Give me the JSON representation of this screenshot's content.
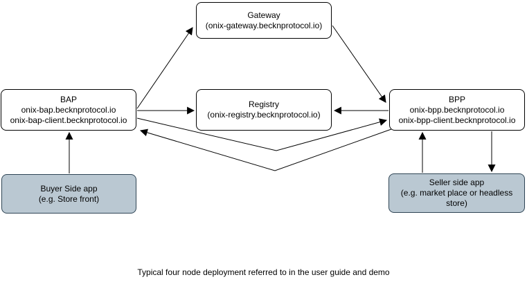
{
  "diagram": {
    "nodes": {
      "gateway": {
        "title": "Gateway",
        "subtitle": "(onix-gateway.becknprotocol.io)"
      },
      "bap": {
        "title": "BAP",
        "line1": "onix-bap.becknprotocol.io",
        "line2": "onix-bap-client.becknprotocol.io"
      },
      "registry": {
        "title": "Registry",
        "subtitle": "(onix-registry.becknprotocol.io)"
      },
      "bpp": {
        "title": "BPP",
        "line1": "onix-bpp.becknprotocol.io",
        "line2": "onix-bpp-client.becknprotocol.io"
      },
      "buyer_app": {
        "title": "Buyer Side app",
        "subtitle": "(e.g. Store front)"
      },
      "seller_app": {
        "title": "Seller side app",
        "subtitle": "(e.g. market place or headless store)"
      }
    },
    "edges": [
      {
        "from": "BAP",
        "to": "Gateway",
        "direction": "one-way"
      },
      {
        "from": "Gateway",
        "to": "BPP",
        "direction": "one-way"
      },
      {
        "from": "BAP",
        "to": "Registry",
        "direction": "one-way"
      },
      {
        "from": "BPP",
        "to": "Registry",
        "direction": "one-way"
      },
      {
        "from": "BAP",
        "to": "BPP",
        "direction": "one-way"
      },
      {
        "from": "BPP",
        "to": "BAP",
        "direction": "one-way"
      },
      {
        "from": "Buyer Side app",
        "to": "BAP",
        "direction": "one-way"
      },
      {
        "from": "Seller side app",
        "to": "BPP",
        "direction": "one-way"
      },
      {
        "from": "BPP",
        "to": "Seller side app",
        "direction": "one-way"
      }
    ],
    "caption": "Typical four node deployment referred to in the user guide and demo",
    "colors": {
      "node_fill": "#ffffff",
      "node_border": "#000000",
      "app_fill": "#bac8d2",
      "app_border": "#2e4454",
      "arrow": "#000000"
    }
  }
}
